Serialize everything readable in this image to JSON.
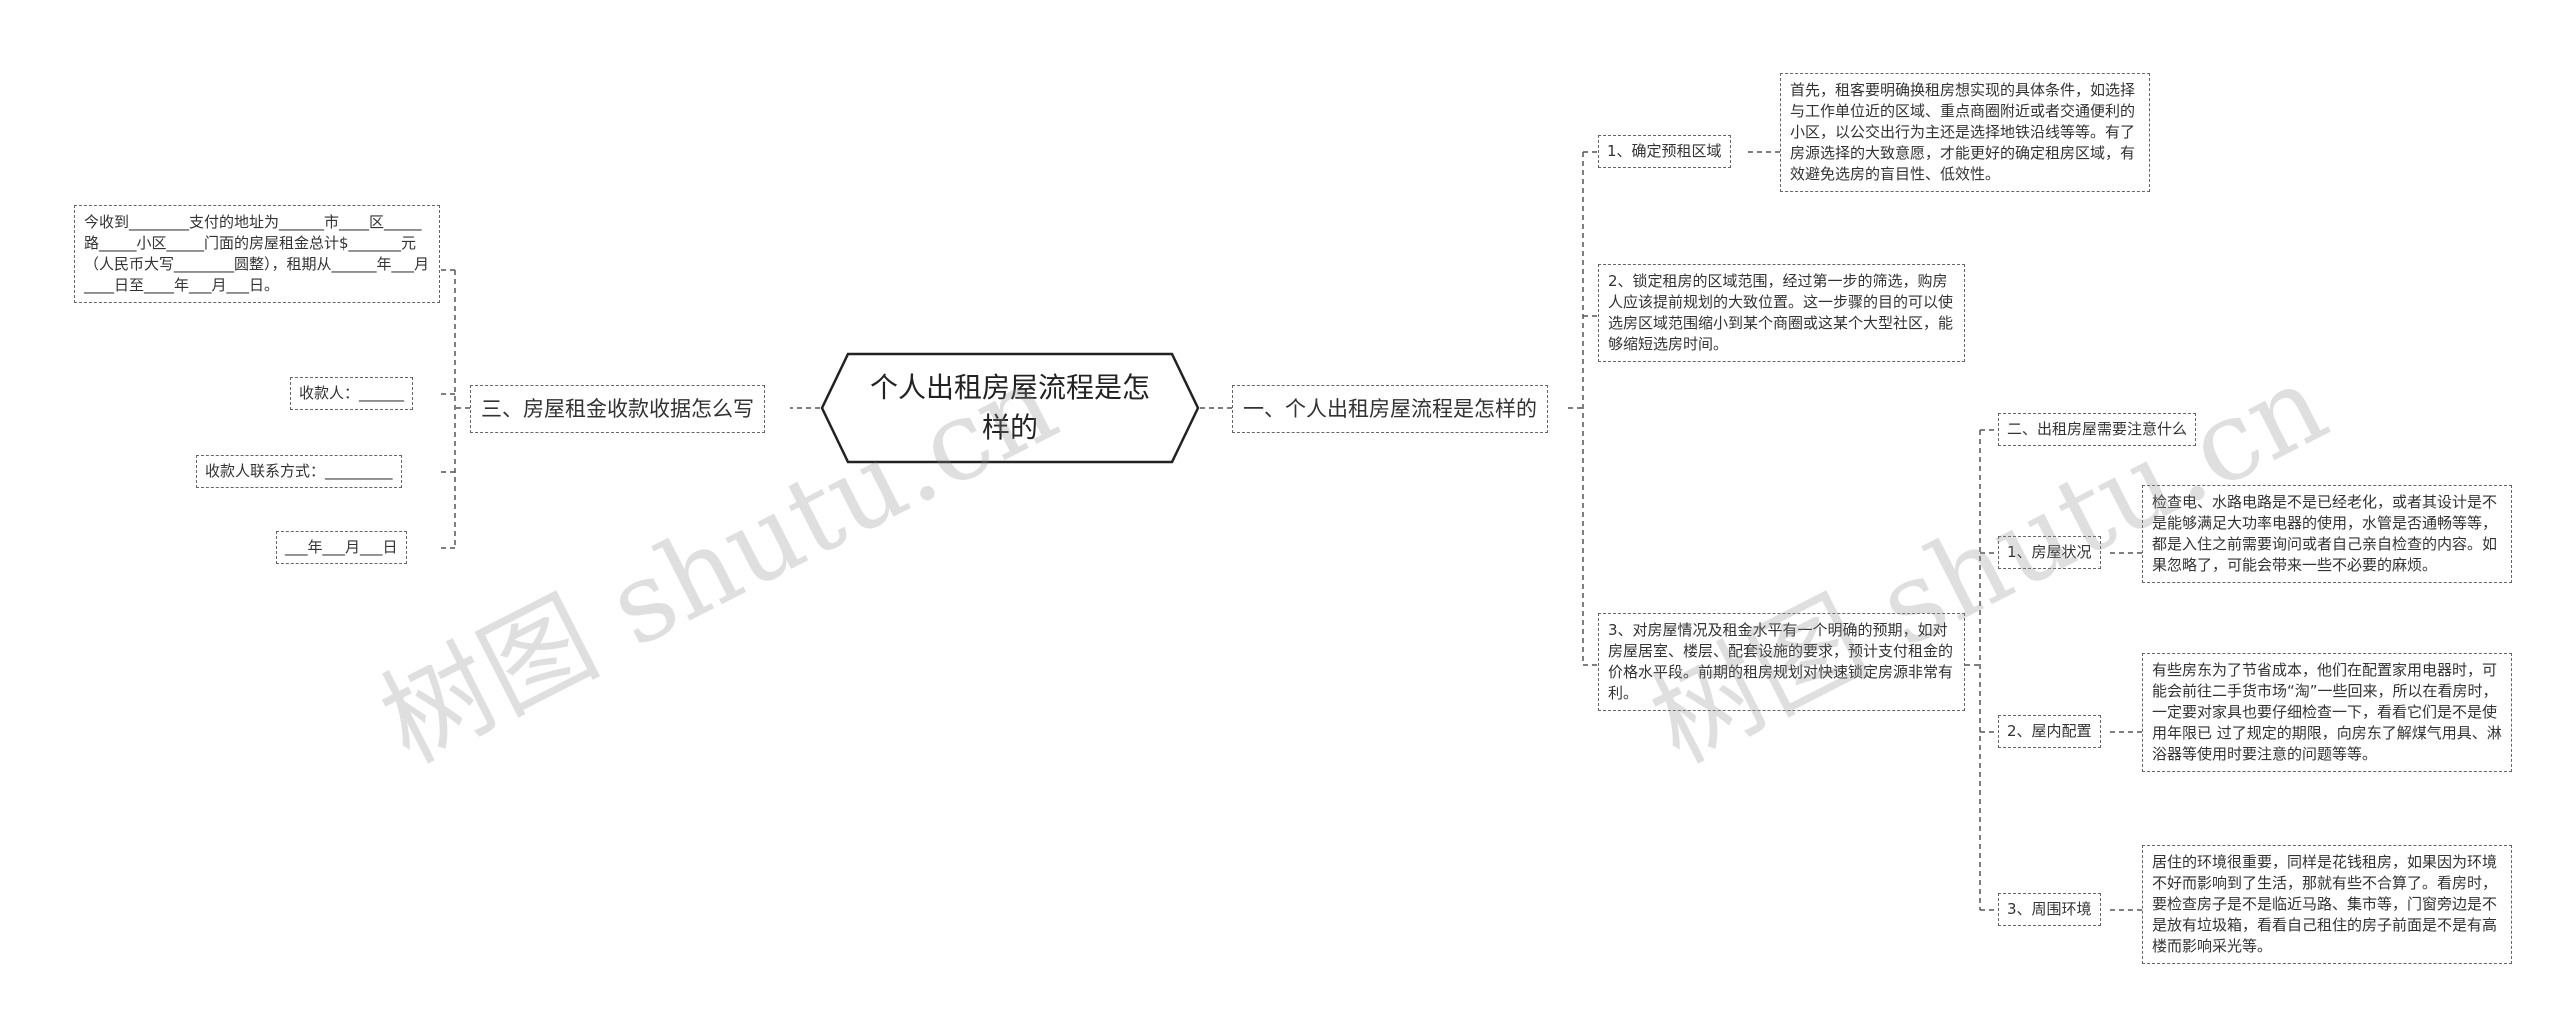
{
  "root": {
    "title": "个人出租房屋流程是怎样的"
  },
  "left": {
    "branch": "三、房屋租金收款收据怎么写",
    "items": [
      "今收到________支付的地址为______市____区_____路_____小区_____门面的房屋租金总计$_______元（人民币大写________圆整），租期从______年___月____日至____年___月___日。",
      "收款人：______",
      "收款人联系方式：_________",
      "___年___月___日"
    ]
  },
  "right": {
    "branch": "一、个人出租房屋流程是怎样的",
    "step1": {
      "label": "1、确定预租区域",
      "detail": "首先，租客要明确换租房想实现的具体条件，如选择与工作单位近的区域、重点商圈附近或者交通便利的小区，以公交出行为主还是选择地铁沿线等等。有了房源选择的大致意愿，才能更好的确定租房区域，有效避免选房的盲目性、低效性。"
    },
    "step2": "2、锁定租房的区域范围，经过第一步的筛选，购房人应该提前规划的大致位置。这一步骤的目的可以使选房区域范围缩小到某个商圈或这某个大型社区，能够缩短选房时间。",
    "step3": "3、对房屋情况及租金水平有一个明确的预期，如对房屋居室、楼层、配套设施的要求，预计支付租金的价格水平段。前期的租房规划对快速锁定房源非常有利。",
    "sub": {
      "branch": "二、出租房屋需要注意什么",
      "items": [
        {
          "label": "1、房屋状况",
          "detail": "检查电、水路电路是不是已经老化，或者其设计是不是能够满足大功率电器的使用，水管是否通畅等等，都是入住之前需要询问或者自己亲自检查的内容。如果忽略了，可能会带来一些不必要的麻烦。"
        },
        {
          "label": "2、屋内配置",
          "detail": "有些房东为了节省成本，他们在配置家用电器时，可能会前往二手货市场“淘”一些回来，所以在看房时，一定要对家具也要仔细检查一下，看看它们是不是使用年限已 过了规定的期限，向房东了解煤气用具、淋浴器等使用时要注意的问题等等。"
        },
        {
          "label": "3、周围环境",
          "detail": "居住的环境很重要，同样是花钱租房，如果因为环境不好而影响到了生活，那就有些不合算了。看房时，要检查房子是不是临近马路、集市等，门窗旁边是不是放有垃圾箱，看看自己租住的房子前面是不是有高楼而影响采光等。"
        }
      ]
    }
  },
  "watermark": [
    "树图 shutu.cn",
    "树图 shutu.cn"
  ]
}
